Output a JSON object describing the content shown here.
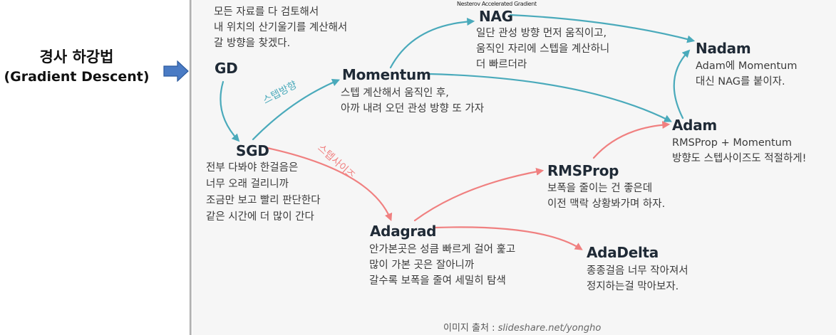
{
  "left": {
    "title_ko": "경사 하강법",
    "title_en": "(Gradient Descent)"
  },
  "colors": {
    "blue": "#4aaabb",
    "red": "#f08080",
    "node_text": "#1f2a36",
    "arrow_fill": "#4a7bc4"
  },
  "icons": {
    "pointer": "right-arrow-icon"
  },
  "nodes": {
    "gd": {
      "name": "GD",
      "desc": [
        "모든 자료를 다 검토해서",
        "내 위치의 산기울기를 계산해서",
        "갈 방향을 찾겠다."
      ]
    },
    "sgd": {
      "name": "SGD",
      "desc": [
        "전부 다봐야 한걸음은",
        "너무 오래 걸리니까",
        "조금만 보고 빨리 판단한다",
        "같은 시간에 더 많이 간다"
      ]
    },
    "momentum": {
      "name": "Momentum",
      "desc": [
        "스텝 계산해서 움직인 후,",
        "아까 내려 오던 관성 방향 또 가자"
      ]
    },
    "nag": {
      "name": "NAG",
      "subtitle": "Nesterov Accelerated Gradient",
      "desc": [
        "일단 관성 방향 먼저 움직이고,",
        "움직인 자리에 스텝을 계산하니",
        "더 빠르더라"
      ]
    },
    "nadam": {
      "name": "Nadam",
      "desc": [
        "Adam에 Momentum",
        "대신 NAG를 붙이자."
      ]
    },
    "adam": {
      "name": "Adam",
      "desc": [
        "RMSProp + Momentum",
        "방향도 스텝사이즈도 적절하게!"
      ]
    },
    "rmsprop": {
      "name": "RMSProp",
      "desc": [
        "보폭을 줄이는 건 좋은데",
        "이전 맥락 상황봐가며 하자."
      ]
    },
    "adagrad": {
      "name": "Adagrad",
      "desc": [
        "안가본곳은 성큼 빠르게 걸어 훑고",
        "많이 가본 곳은 잘아니까",
        "갈수록 보폭을 줄여 세밀히 탐색"
      ]
    },
    "adadelta": {
      "name": "AdaDelta",
      "desc": [
        "종종걸음 너무 작아져서",
        "정지하는걸 막아보자."
      ]
    }
  },
  "edge_labels": {
    "direction": "스텝방향",
    "stepsize": "스텝사이즈"
  },
  "credit": {
    "label": "이미지 출처 : ",
    "source": "slideshare.net/yongho"
  }
}
